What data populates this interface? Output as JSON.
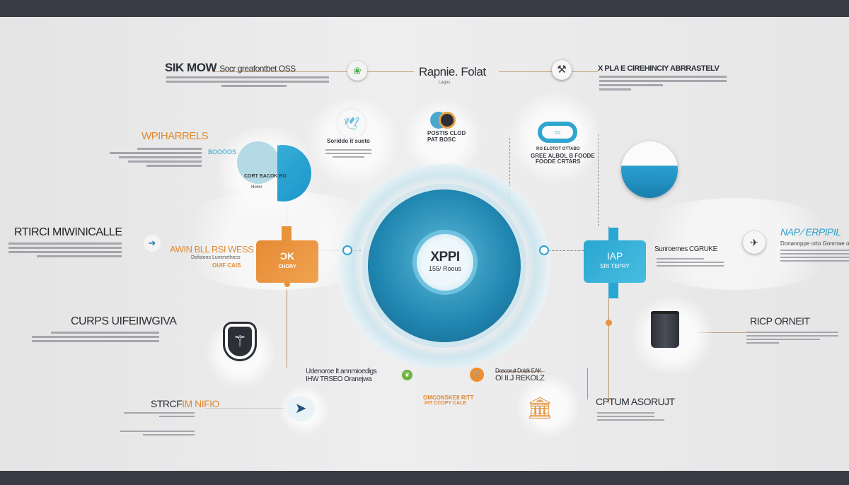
{
  "header": {
    "title": "Rapnie. Folat",
    "subtitle": "Lagos"
  },
  "top_left": {
    "title": "SIK MOW",
    "title_rest": "Socr greafontbet OSS"
  },
  "top_right": {
    "title": "X PLA E CIREHINCIY ABRRASTELV"
  },
  "sections": {
    "wpiharrels": {
      "title": "WPIHARRELS",
      "tag": "BOOOOS"
    },
    "cloud_a": {
      "label": "CORT BACOK BO",
      "sub": "Hoter"
    },
    "cloud_b": {
      "title": "Soriddo it sueto"
    },
    "cloud_c": {
      "line1": "POSTIS CLOD",
      "line2": "PAT BOSC"
    },
    "cloud_d": {
      "line1": "RO ELOTOT OTTABO",
      "line2": "GREE ALBOL B FOODE",
      "line3": "FOODE CRTARS"
    },
    "rtrci": {
      "title": "RTIRCI MIWINICALLE"
    },
    "awin": {
      "title": "AWIN BLL RSI WESS",
      "line2": "Dofutons Luvenethecs",
      "line3": "OUIF CAIS"
    },
    "orange_card": {
      "title": "ƆK",
      "sub": "CHORY"
    },
    "center": {
      "title": "XPPI",
      "sub": "155/ Roous"
    },
    "blue_card": {
      "title": "IAP",
      "sub": "SRI TEPRY"
    },
    "sunrose": {
      "title": "Sunroernes CGRUKE"
    },
    "nap": {
      "title": "NAP ⁄ ERPIPIL",
      "sub": "Donanoppe orto Gonrnae oon"
    },
    "curps": {
      "title": "CURPS UIFEIIWGIVA"
    },
    "rcp": {
      "title": "RICP ORNEIT"
    },
    "udenoroe": {
      "line1": "Udenoroe It annmioedigs",
      "line2": "IHW TRSEO Oranejwa"
    },
    "dosconut": {
      "line1": "Doscoruit Doldk EAK",
      "line2": "OI II.J REKOLZ"
    },
    "orange_label": {
      "line1": "OMCONSKEII RITT",
      "line2": "IHT CCOPY CALE"
    },
    "strcfim": {
      "title_a": "STRCF",
      "title_b": "IM NIFIO"
    },
    "cptum": {
      "title": "CPTUM ASORUJT"
    }
  },
  "colors": {
    "accent_orange": "#e8923a",
    "accent_blue": "#2aa6d2",
    "dark": "#2c2f36",
    "band": "#393c44"
  },
  "icons": [
    "leaf-badge-icon",
    "tool-icon",
    "shield-icon",
    "rocket-icon",
    "trash-bin-icon",
    "temple-icon",
    "bird-icon",
    "infinity-icon",
    "wave-icon",
    "gauge-icon",
    "cart-icon",
    "leaf-icon"
  ]
}
